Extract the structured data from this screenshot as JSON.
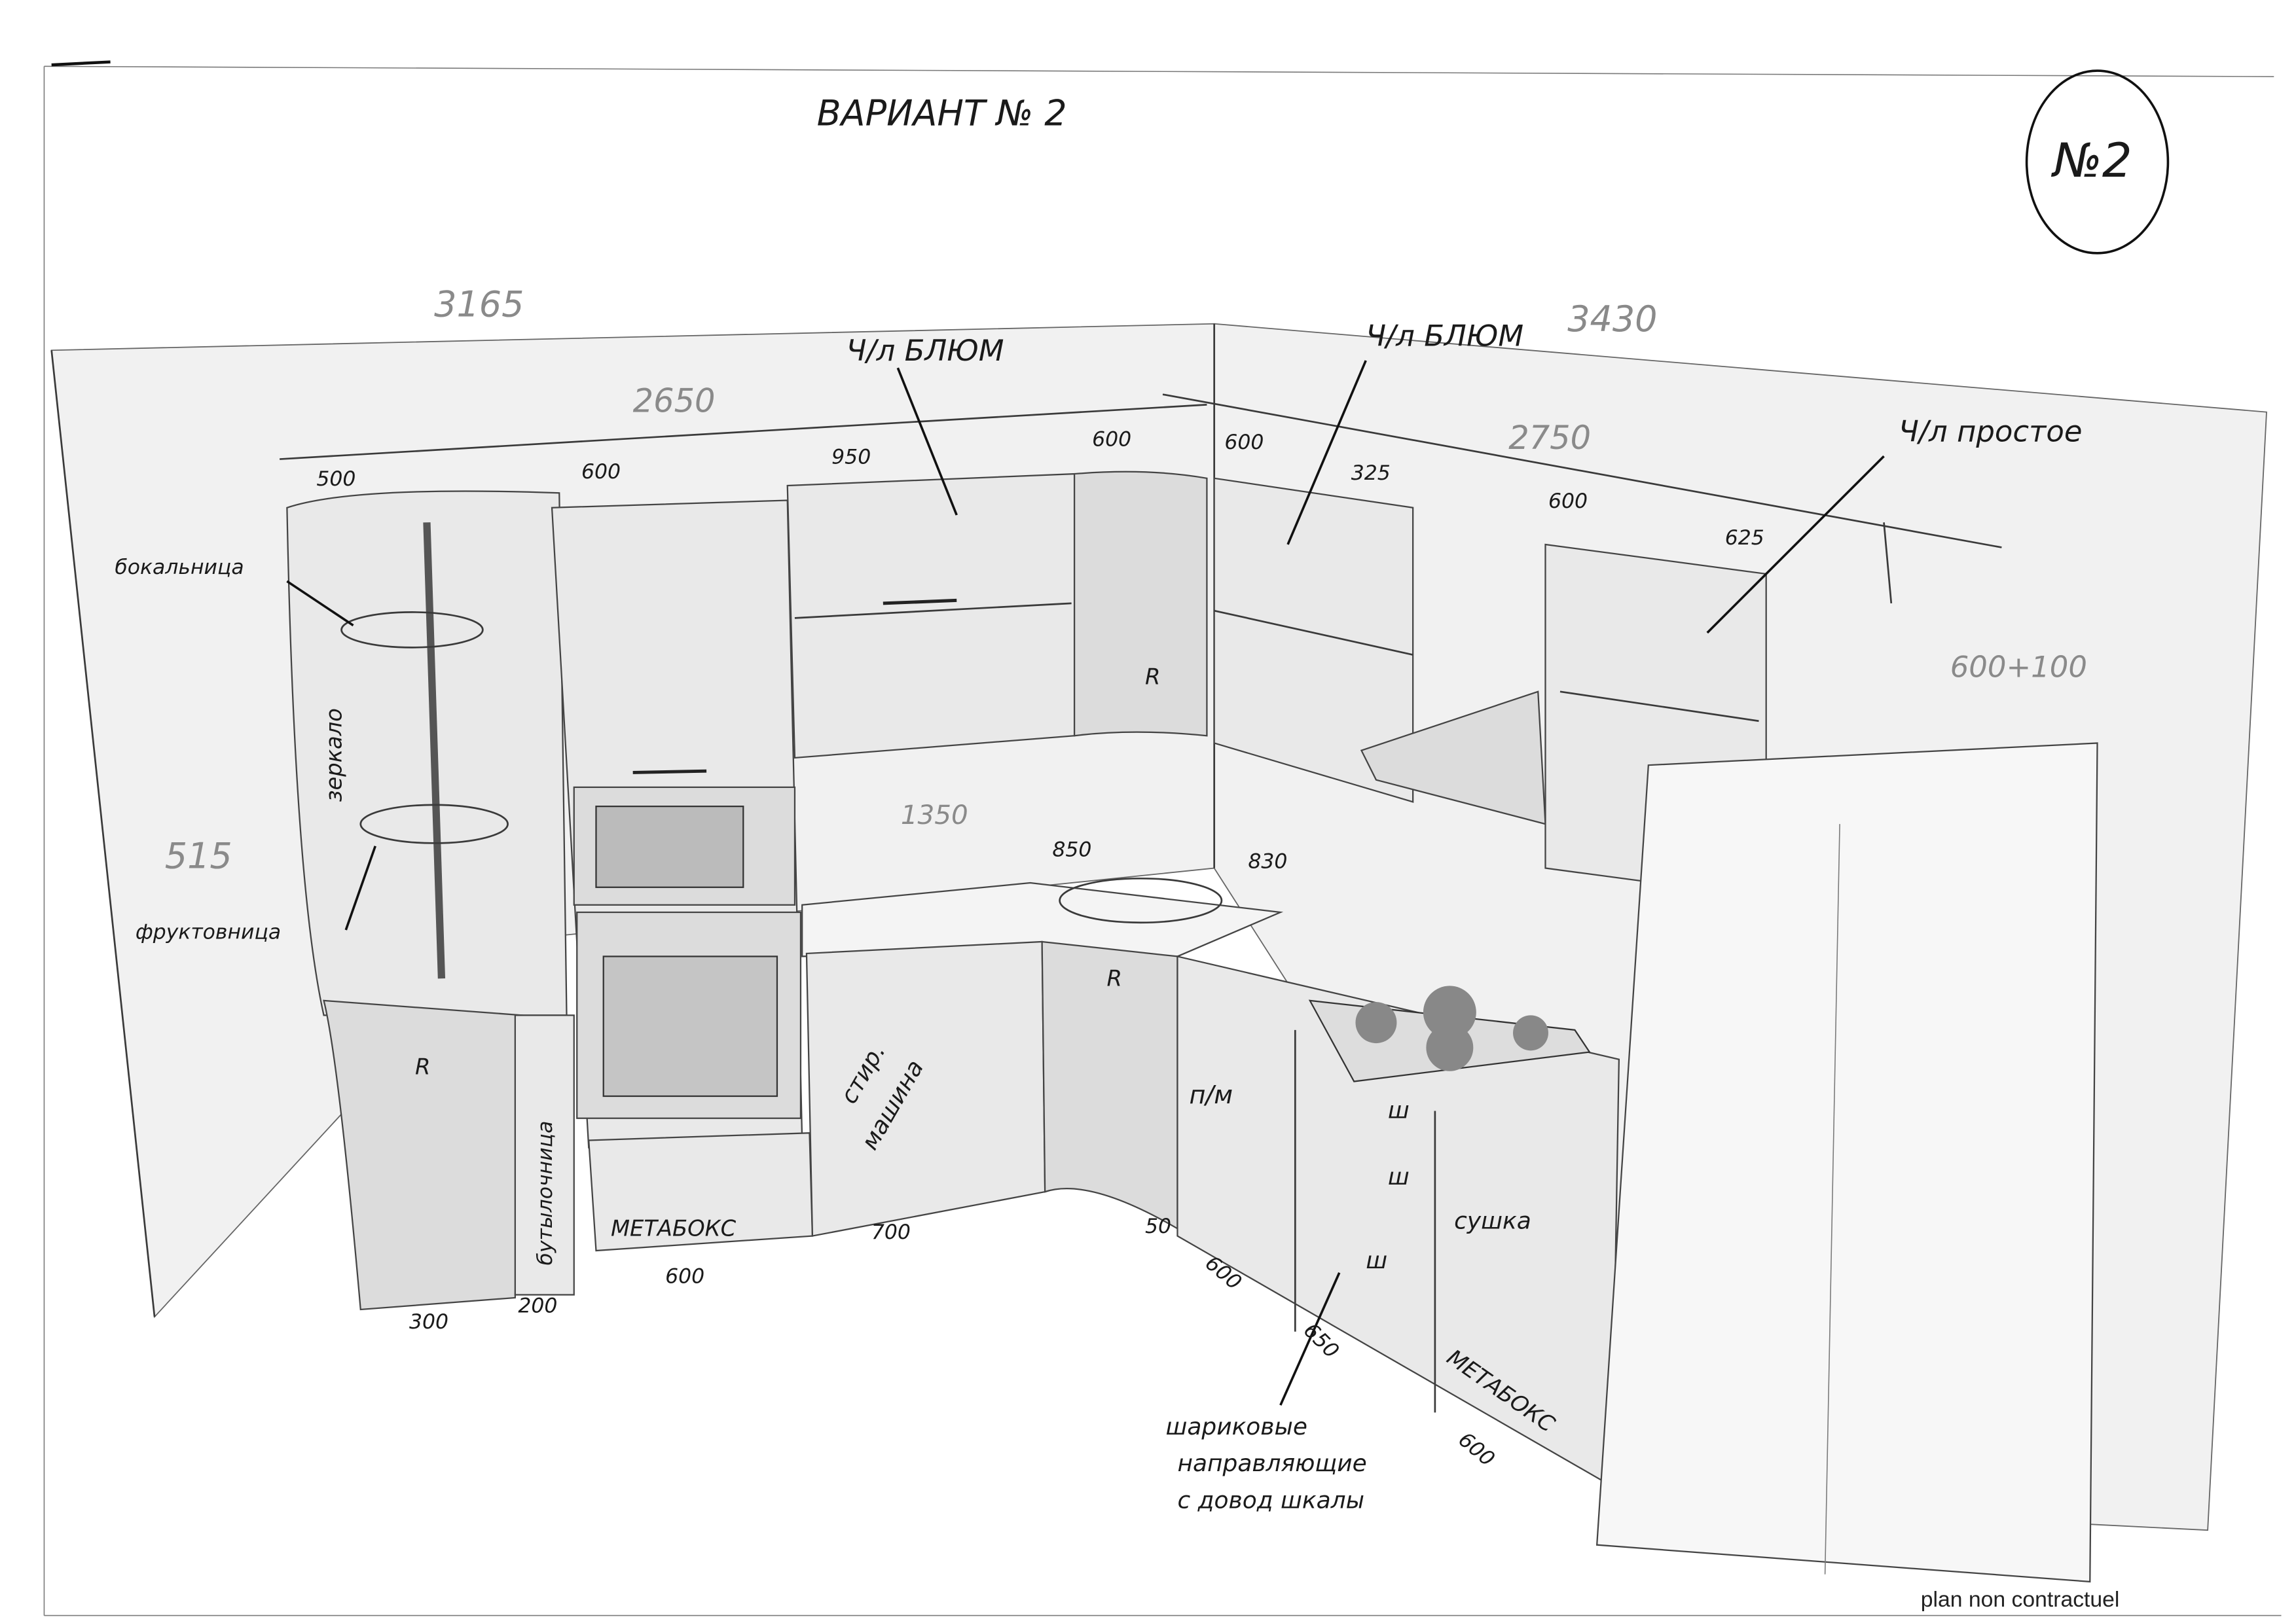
{
  "title": "ВАРИАНТ № 2",
  "sheet_number": "№2",
  "footer": "plan non contractuel",
  "dimensions": {
    "room_left": "3165",
    "room_right": "3430",
    "run_left": "2650",
    "run_right": "2750",
    "d500": "500",
    "d600a": "600",
    "d950": "950",
    "d600b": "600",
    "d600c": "600",
    "d325": "325",
    "d600d": "600",
    "d625": "625",
    "fridge": "600+100",
    "shelf_height": "515",
    "wall_gap": "1350",
    "sink_left": "850",
    "sink_right": "830",
    "base_300": "300",
    "base_200": "200",
    "base_600a": "600",
    "base_700": "700",
    "base_50": "50",
    "base_600b": "600",
    "base_650": "650",
    "base_600c": "600"
  },
  "labels": {
    "lift_blum_1": "Ч/л БЛЮМ",
    "lift_blum_2": "Ч/л БЛЮМ",
    "lift_simple": "Ч/л простое",
    "glass_holder": "бокальница",
    "mirror": "зеркало",
    "fruit_bowl": "фруктовница",
    "bottle_rack": "бутылочница",
    "metabox_1": "МЕТАБОКС",
    "metabox_2": "МЕТАБОКС",
    "washing_machine_1": "стир.",
    "washing_machine_2": "машина",
    "dishwasher": "п/м",
    "drawer_1": "ш",
    "drawer_2": "ш",
    "drawer_3": "ш",
    "dryer": "сушка",
    "radius_1": "R",
    "radius_2": "R",
    "radius_3": "R",
    "rails_1": "шариковые",
    "rails_2": "направляющие",
    "rails_3": "с довод шкалы"
  }
}
